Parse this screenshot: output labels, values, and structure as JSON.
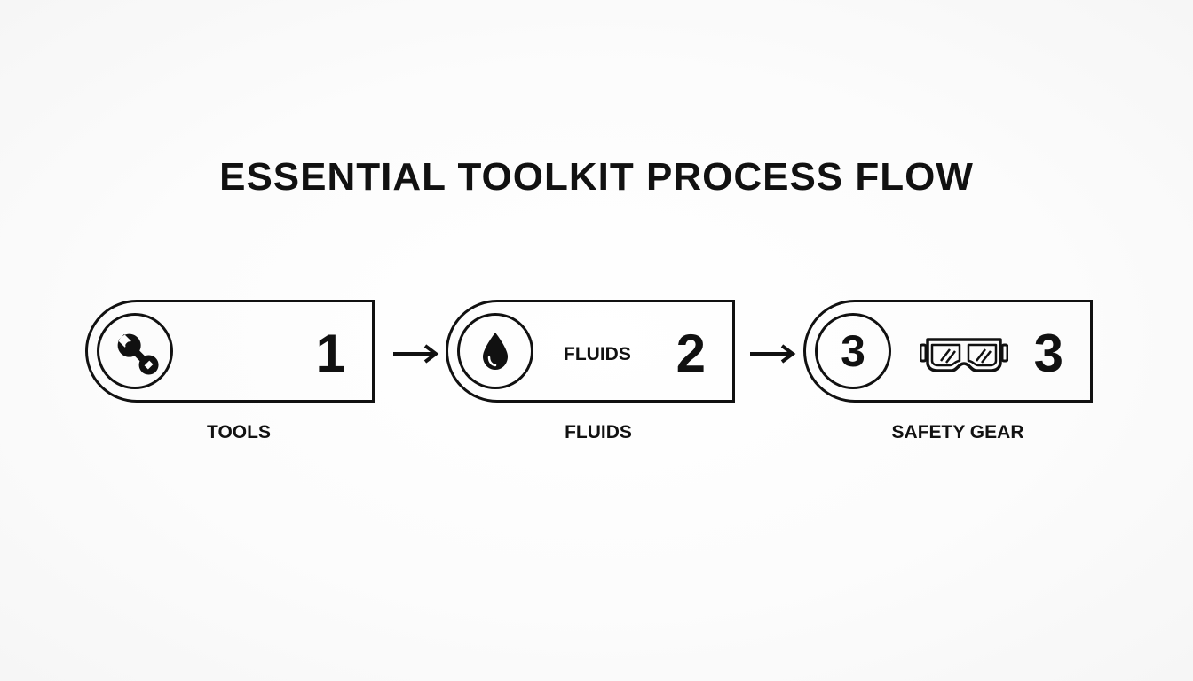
{
  "title": "ESSENTIAL TOOLKIT PROCESS FLOW",
  "steps": [
    {
      "number": "1",
      "icon": "wrench-icon",
      "inner_text": "",
      "caption": "TOOLS"
    },
    {
      "number": "2",
      "icon": "droplet-icon",
      "inner_text": "FLUIDS",
      "caption": "FLUIDS"
    },
    {
      "number": "3",
      "icon_number": "3",
      "icon": "goggles-icon",
      "inner_text": "",
      "caption": "SAFETY GEAR"
    }
  ],
  "colors": {
    "stroke": "#111111",
    "background": "#fdfdfd"
  }
}
